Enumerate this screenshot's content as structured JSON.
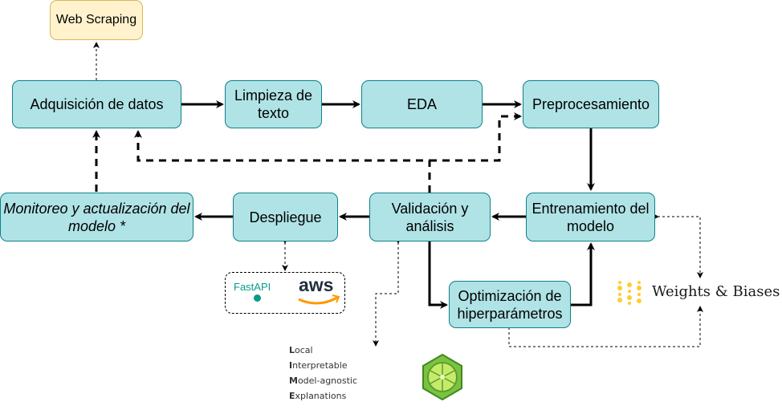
{
  "nodes": {
    "web_scraping": "Web Scraping",
    "adquisicion": "Adquisición de datos",
    "limpieza": "Limpieza de texto",
    "eda": "EDA",
    "preprocesamiento": "Preprocesamiento",
    "entrenamiento": "Entrenamiento del modelo",
    "validacion": "Validación y análisis",
    "despliegue": "Despliegue",
    "monitoreo": "Monitoreo y actualización del modelo *",
    "optimizacion": "Optimización de hiperparámetros"
  },
  "tools": {
    "fastapi": "FastAPI",
    "aws": "aws",
    "wandb": "Weights & Biases",
    "lime": [
      {
        "initial": "L",
        "rest": "ocal"
      },
      {
        "initial": "I",
        "rest": "nterpretable"
      },
      {
        "initial": "M",
        "rest": "odel-agnostic"
      },
      {
        "initial": "E",
        "rest": "xplanations"
      }
    ]
  },
  "colors": {
    "process_fill": "#b0e3e6",
    "process_stroke": "#0e8088",
    "scrape_fill": "#fff2cc",
    "scrape_stroke": "#d6b656",
    "fastapi": "#059c8a",
    "aws_smile": "#ff9900",
    "wandb_dots": "#ffcc33",
    "lime_green": "#7cc242"
  },
  "icons": [
    "fastapi-logo-icon",
    "aws-logo-icon",
    "wandb-dots-icon",
    "lime-logo-icon"
  ]
}
